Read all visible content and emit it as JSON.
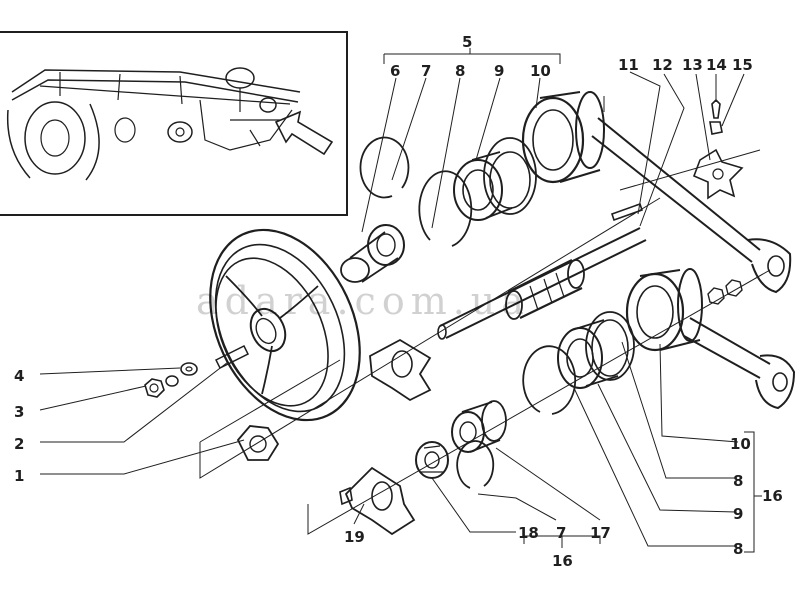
{
  "watermark": "adara.com.ua",
  "callouts": {
    "c5": "5",
    "c6": "6",
    "c7_top": "7",
    "c8_top": "8",
    "c9_top": "9",
    "c10_top": "10",
    "c11": "11",
    "c12": "12",
    "c13": "13",
    "c14": "14",
    "c15": "15",
    "c4": "4",
    "c3": "3",
    "c2": "2",
    "c1": "1",
    "c19": "19",
    "c18": "18",
    "c7_bottom": "7",
    "c17": "17",
    "c16_bottom": "16",
    "c10_right": "10",
    "c8_right_a": "8",
    "c9_right": "9",
    "c8_right_b": "8",
    "c16_right": "16"
  }
}
